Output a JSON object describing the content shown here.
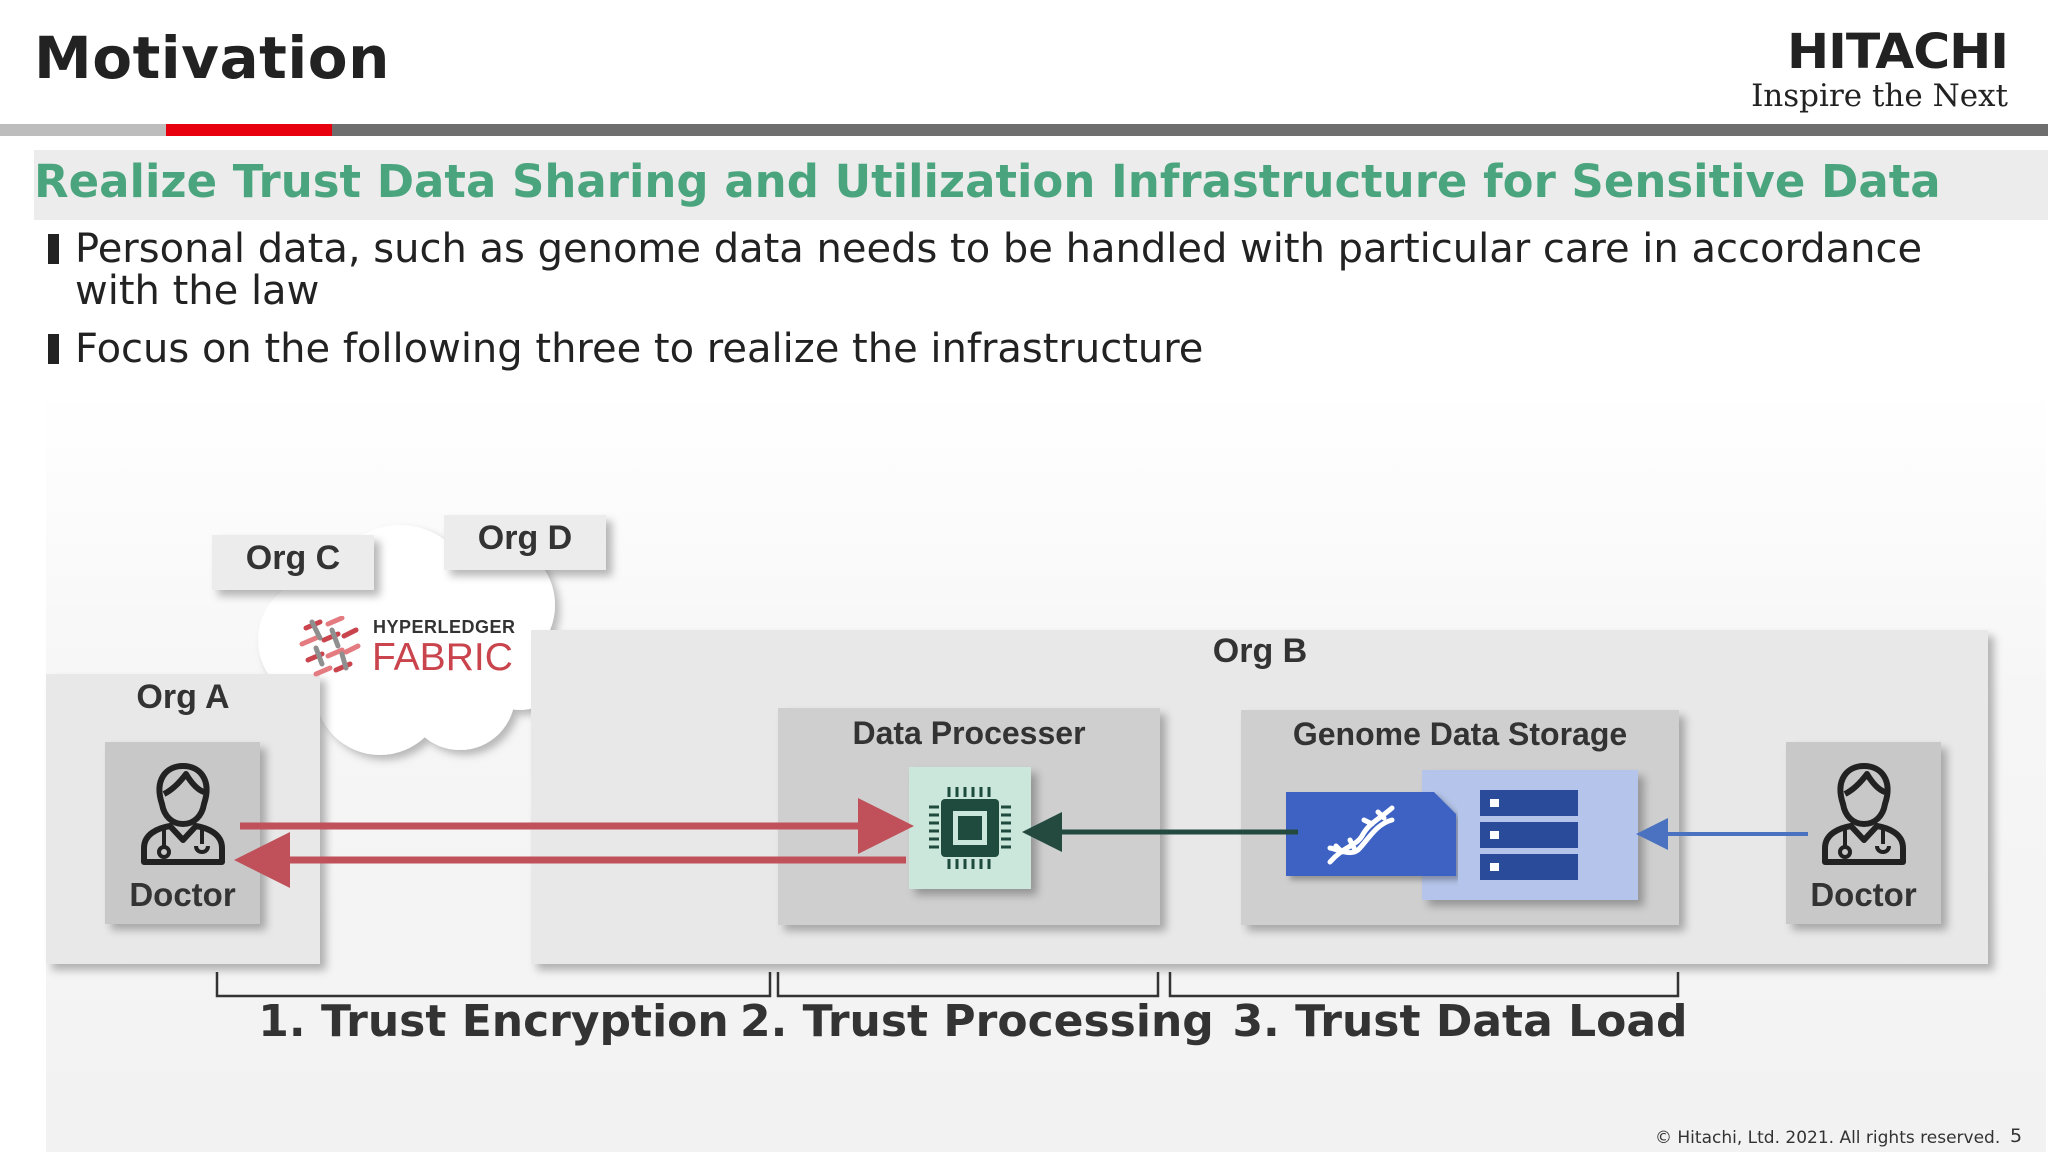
{
  "slide": {
    "title": "Motivation",
    "page_number": "5",
    "footer": "© Hitachi, Ltd. 2021. All rights reserved."
  },
  "logo": {
    "name": "HITACHI",
    "tagline": "Inspire the Next"
  },
  "banner": "Realize Trust Data Sharing and Utilization Infrastructure for Sensitive Data",
  "bullets": [
    "Personal data, such as genome data needs to be handled with particular care in accordance with the law",
    "Focus on the following three to realize the infrastructure"
  ],
  "diagram": {
    "org_a": "Org A",
    "org_b": "Org B",
    "org_c": "Org C",
    "org_d": "Org D",
    "fabric": {
      "line1": "HYPERLEDGER",
      "line2": "FABRIC"
    },
    "doctor_left": "Doctor",
    "doctor_right": "Doctor",
    "data_processer": "Data Processer",
    "genome_storage": "Genome Data Storage",
    "steps": [
      "1. Trust Encryption",
      "2. Trust Processing",
      "3. Trust Data Load"
    ]
  },
  "colors": {
    "accent_green": "#4aa57e",
    "brand_red": "#e8000f",
    "arrow_red": "#c0505a",
    "arrow_dark_green": "#244a3f",
    "arrow_blue": "#4a72c0"
  }
}
